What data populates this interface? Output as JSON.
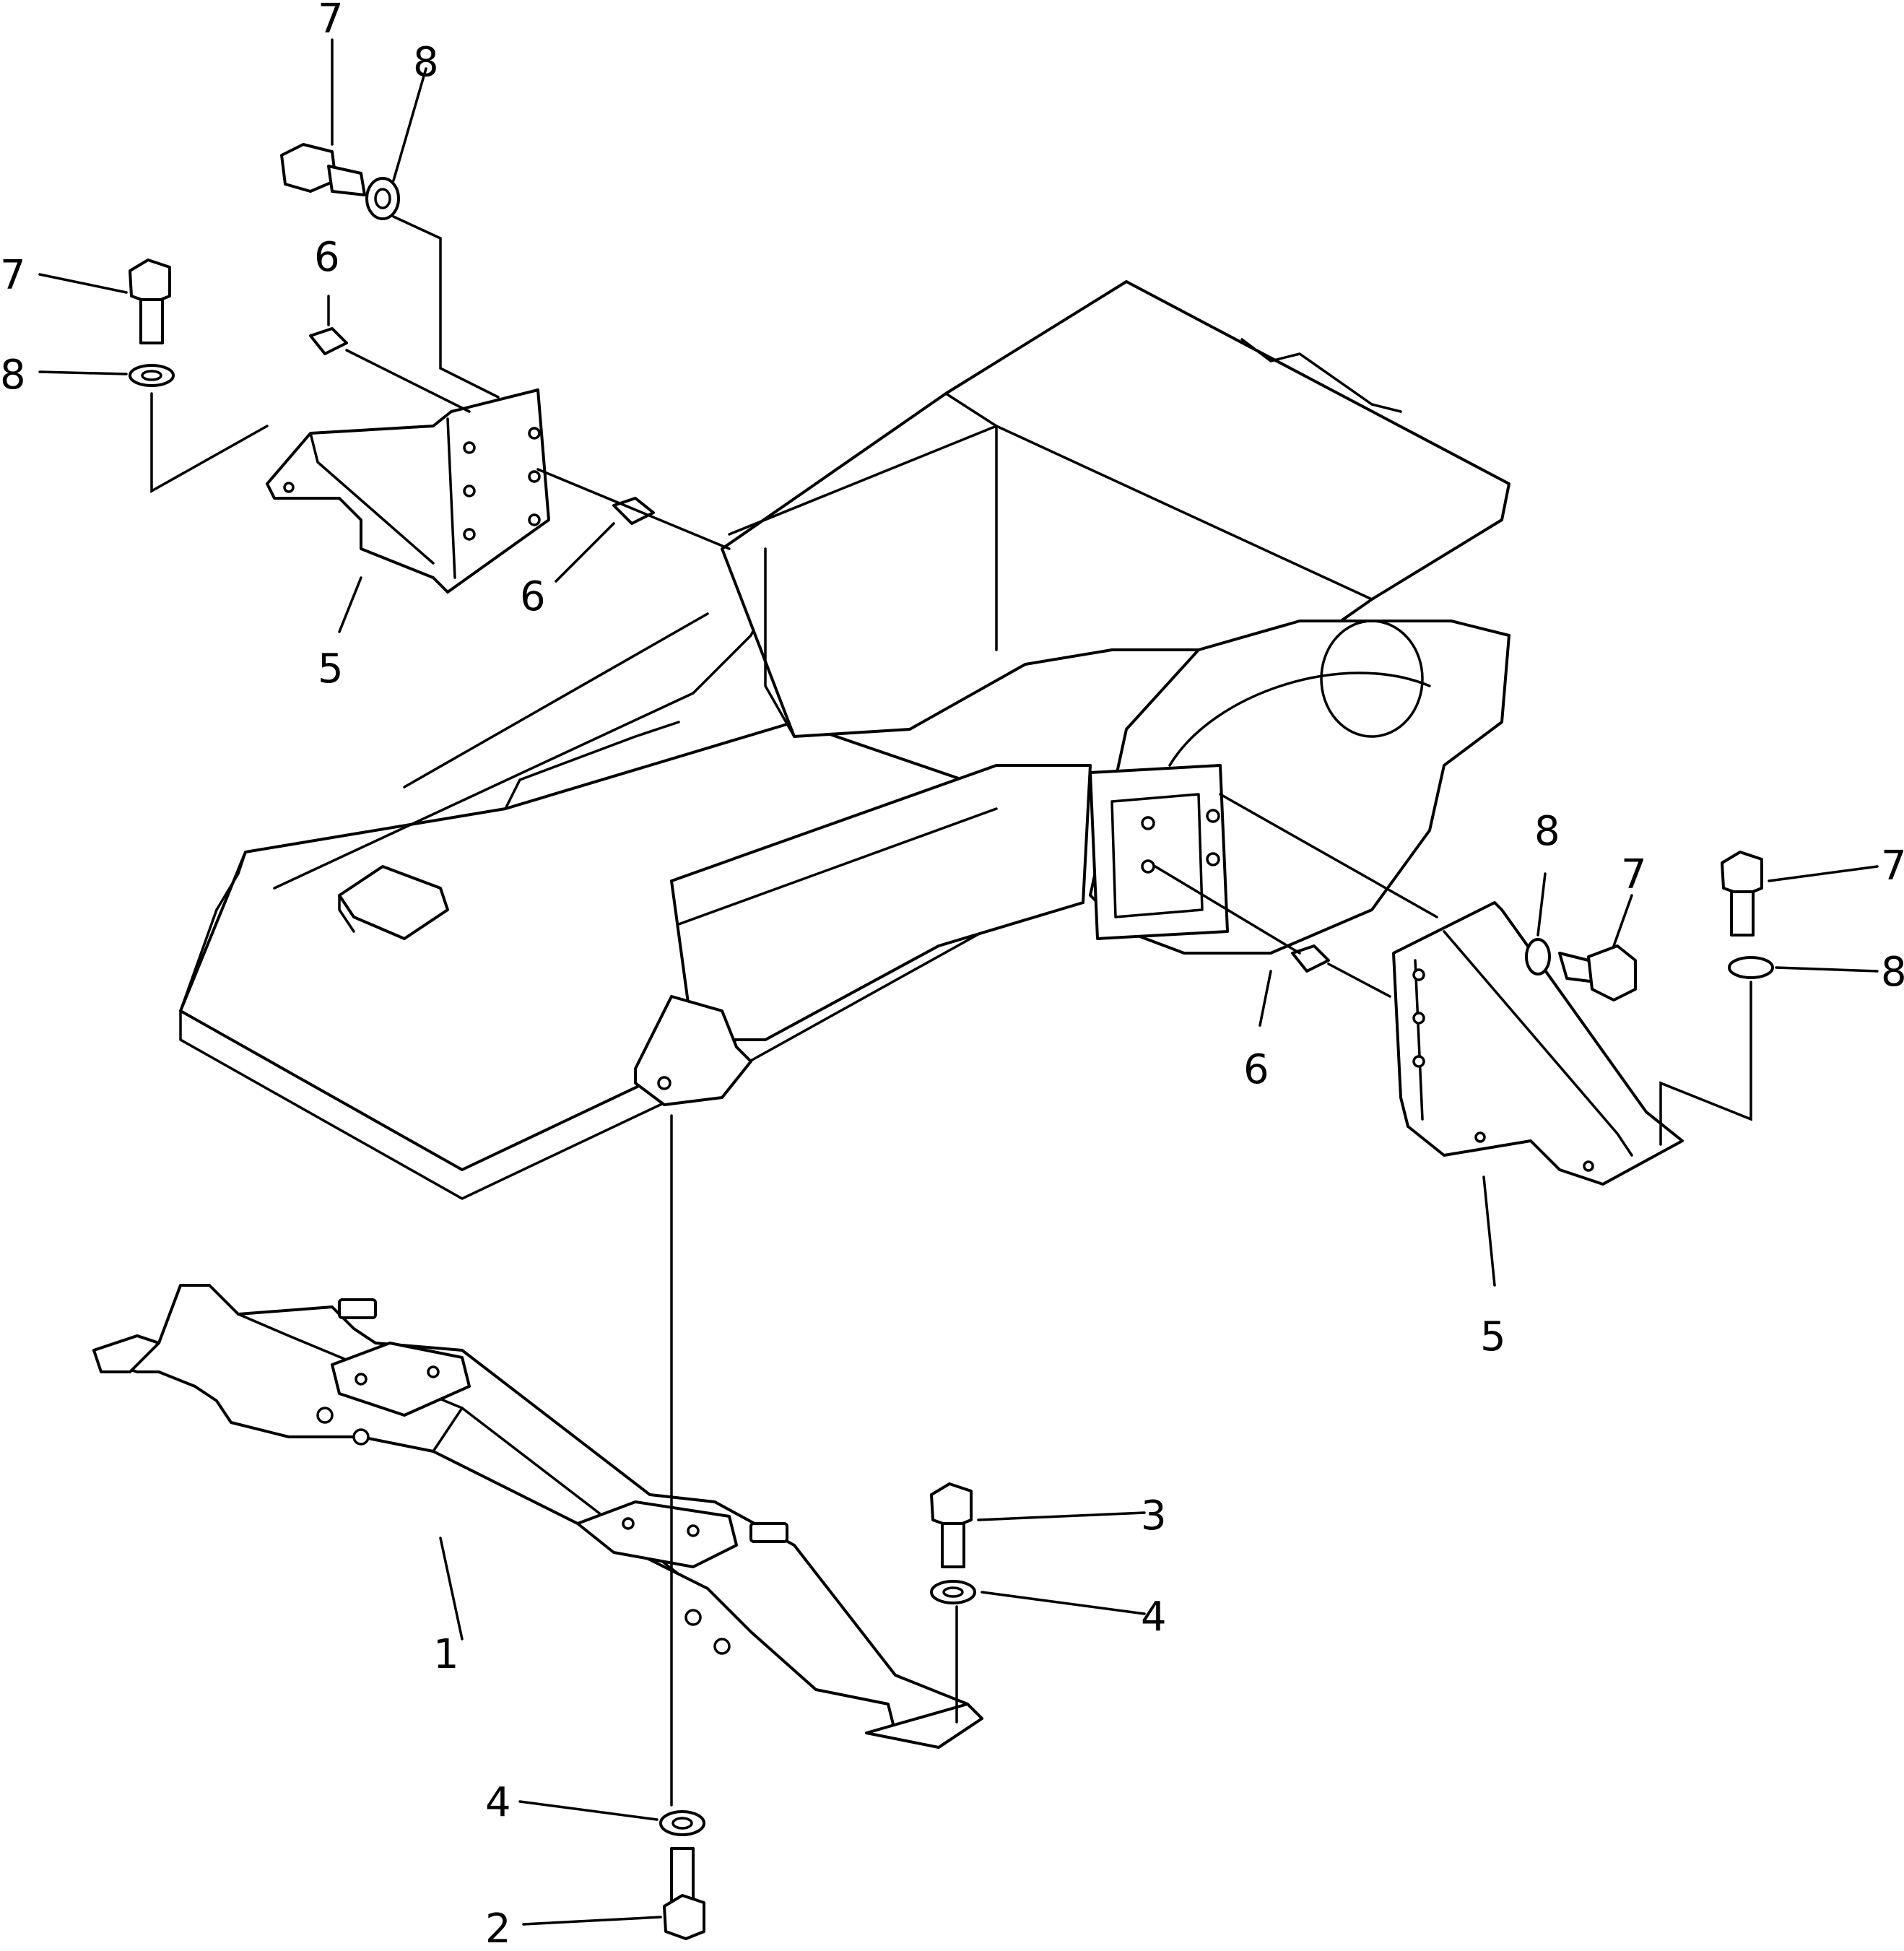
{
  "callouts": [
    {
      "id": "c7a",
      "text": "7"
    },
    {
      "id": "c8a",
      "text": "8"
    },
    {
      "id": "c7b",
      "text": "7"
    },
    {
      "id": "c8b",
      "text": "8"
    },
    {
      "id": "c6a",
      "text": "6"
    },
    {
      "id": "c6b",
      "text": "6"
    },
    {
      "id": "c5a",
      "text": "5"
    },
    {
      "id": "c8c",
      "text": "8"
    },
    {
      "id": "c7c",
      "text": "7"
    },
    {
      "id": "c7d",
      "text": "7"
    },
    {
      "id": "c8d",
      "text": "8"
    },
    {
      "id": "c6c",
      "text": "6"
    },
    {
      "id": "c5b",
      "text": "5"
    },
    {
      "id": "c3",
      "text": "3"
    },
    {
      "id": "c4a",
      "text": "4"
    },
    {
      "id": "c1",
      "text": "1"
    },
    {
      "id": "c4b",
      "text": "4"
    },
    {
      "id": "c2",
      "text": "2"
    }
  ],
  "colors": {
    "line": "#000000",
    "background": "#ffffff"
  }
}
